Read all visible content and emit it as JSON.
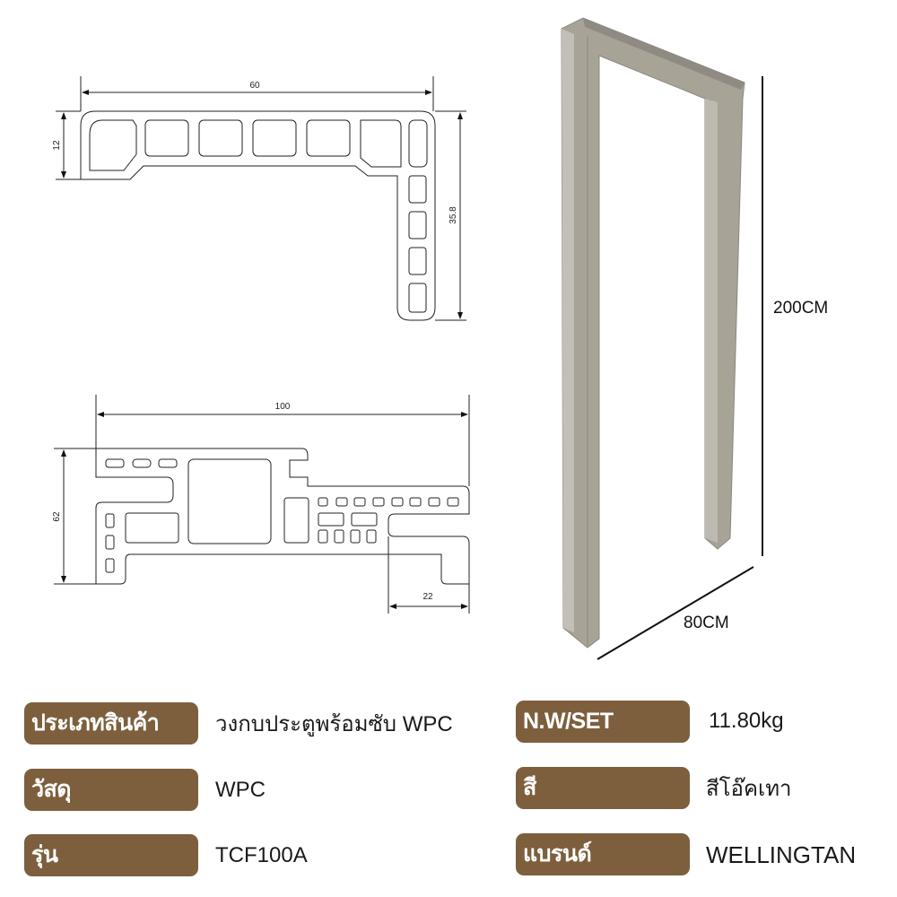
{
  "drawing_top": {
    "width_dim": "60",
    "height_dim": "12",
    "depth_dim": "35.8"
  },
  "drawing_bottom": {
    "width_dim": "100",
    "height_dim": "62",
    "step_dim": "22"
  },
  "door": {
    "height": "200CM",
    "width": "80CM"
  },
  "colors": {
    "label_bg": "#7d5f3d",
    "frame": "#a8a397"
  },
  "specs": [
    {
      "label": "ประเภทสินค้า",
      "value": "วงกบประตูพร้อมซับ  WPC"
    },
    {
      "label": "วัสดุ",
      "value": "WPC"
    },
    {
      "label": "รุ่น",
      "value": "TCF100A"
    },
    {
      "label": "N.W/SET",
      "value": "11.80kg"
    },
    {
      "label": "สี",
      "value": "สีโอ๊คเทา"
    },
    {
      "label": "แบรนด์",
      "value": "WELLINGTAN"
    }
  ]
}
